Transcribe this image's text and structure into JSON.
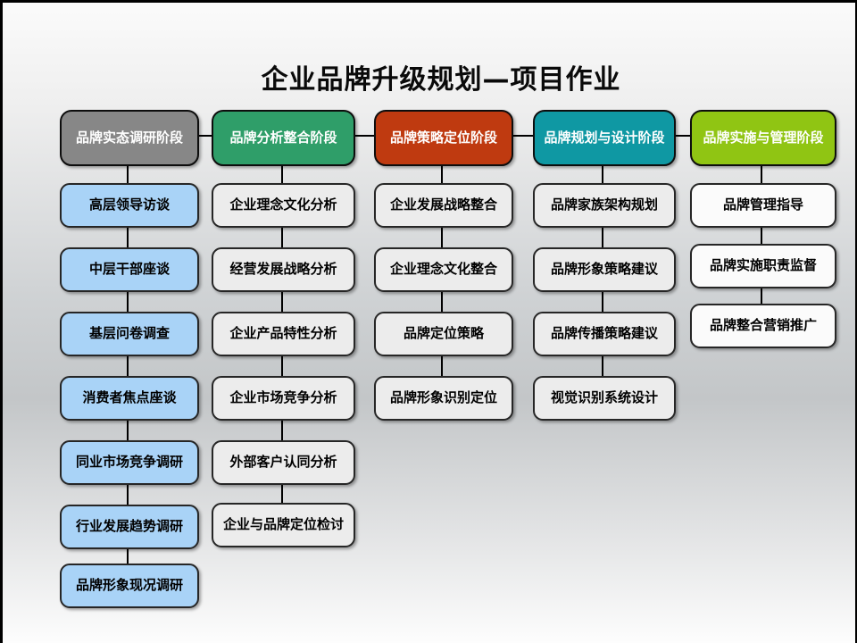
{
  "title": "企业品牌升级规划—项目作业",
  "connector_color": "#000000",
  "text_colors": {
    "title": "#0a0a0a",
    "header": "#ffffff",
    "item": "#000000"
  },
  "columns": [
    {
      "header": "品牌实态调研阶段",
      "header_color": "#878787",
      "item_color": "#a9d3f7",
      "items": [
        "高层领导访谈",
        "中层干部座谈",
        "基层问卷调查",
        "消费者焦点座谈",
        "同业市场竞争调研",
        "行业发展趋势调研",
        "品牌形象现况调研"
      ]
    },
    {
      "header": "品牌分析整合阶段",
      "header_color": "#2f9e69",
      "item_color": "#ececec",
      "items": [
        "企业理念文化分析",
        "经营发展战略分析",
        "企业产品特性分析",
        "企业市场竞争分析",
        "外部客户认同分析",
        "企业与品牌定位检讨"
      ]
    },
    {
      "header": "品牌策略定位阶段",
      "header_color": "#bf3a10",
      "item_color": "#ececec",
      "items": [
        "企业发展战略整合",
        "企业理念文化整合",
        "品牌定位策略",
        "品牌形象识别定位"
      ]
    },
    {
      "header": "品牌规划与设计阶段",
      "header_color": "#0f98a3",
      "item_color": "#ececec",
      "items": [
        "品牌家族架构规划",
        "品牌形象策略建议",
        "品牌传播策略建议",
        "视觉识别系统设计"
      ]
    },
    {
      "header": "品牌实施与管理阶段",
      "header_color": "#90c513",
      "item_color": "#fbfbfb",
      "items": [
        "品牌管理指导",
        "品牌实施职责监督",
        "品牌整合营销推广"
      ]
    }
  ]
}
